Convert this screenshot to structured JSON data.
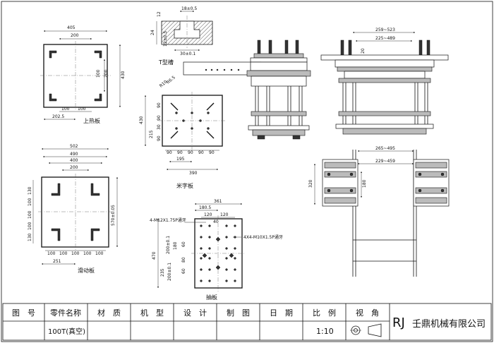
{
  "views": {
    "upper_plate": {
      "label": "上热板",
      "dims": [
        "405",
        "200",
        "200",
        "100",
        "430",
        "100",
        "100",
        "202.5"
      ]
    },
    "t_slot": {
      "label": "T型槽",
      "dims": [
        "18±0.5",
        "12",
        "24",
        "12±0.5",
        "30±0.1"
      ]
    },
    "cross_plate": {
      "label": "米字板",
      "dims": [
        "R10",
        "R6.5",
        "430",
        "90",
        "90",
        "30",
        "90",
        "215",
        "90",
        "90",
        "90",
        "90",
        "90",
        "195",
        "390"
      ]
    },
    "sliding_plate": {
      "label": "滑动板",
      "dims": [
        "502",
        "490",
        "400",
        "200",
        "130",
        "100",
        "100",
        "100",
        "130",
        "570±0.05",
        "100",
        "100",
        "100",
        "100",
        "100",
        "251"
      ]
    },
    "pull_plate": {
      "label": "抽板",
      "dims": [
        "361",
        "180.5",
        "120",
        "120",
        "4-M12X1.75P通牙",
        "4X4-M10X1.5P通牙",
        "40",
        "470",
        "200±0.1",
        "180",
        "60",
        "80",
        "60",
        "235",
        "200±0.1"
      ]
    },
    "machine_front": {
      "dims": []
    },
    "machine_side": {
      "dims": [
        "259~523",
        "20",
        "225~489"
      ]
    },
    "machine_plan": {
      "dims": [
        "265~495",
        "229~459",
        "320",
        "180"
      ]
    }
  },
  "title_block": {
    "headers": [
      "图　号",
      "零件名称",
      "材　质",
      "机　型",
      "设　计",
      "制　图",
      "日　期",
      "比　例",
      "视　角"
    ],
    "part_name": "100T(真空)",
    "scale": "1:10",
    "company": "壬鼎机械有限公司",
    "logo_text": "RJ"
  }
}
